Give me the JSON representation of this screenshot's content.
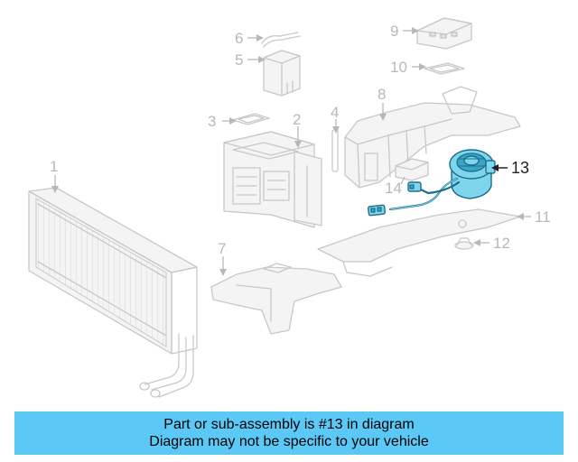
{
  "callouts": {
    "c1": "1",
    "c2": "2",
    "c3": "3",
    "c4": "4",
    "c5": "5",
    "c6": "6",
    "c7": "7",
    "c8": "8",
    "c9": "9",
    "c10": "10",
    "c11": "11",
    "c12": "12",
    "c13": "13",
    "c14": "14"
  },
  "highlight": {
    "part_number": "13",
    "color": "#7fd6ec"
  },
  "banner": {
    "line1": "Part or sub-assembly is #13 in diagram",
    "line2": "Diagram may not be specific to your vehicle",
    "background": "#5bc8f5"
  }
}
